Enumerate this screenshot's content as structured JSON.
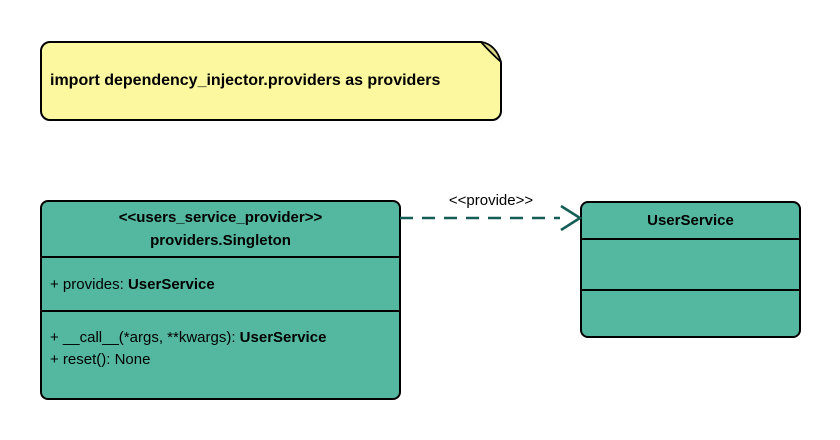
{
  "note": {
    "text": "import dependency_injector.providers as providers"
  },
  "classes": [
    {
      "stereotype": "<<users_service_provider>>",
      "name": "providers.Singleton",
      "attributes": [
        {
          "text": "+ provides: ",
          "bold": "UserService"
        }
      ],
      "methods": [
        {
          "text": "+ __call__(*args, **kwargs): ",
          "bold": "UserService"
        },
        {
          "text": "+ reset(): None",
          "bold": ""
        }
      ]
    },
    {
      "stereotype": "",
      "name": "UserService",
      "attributes": [],
      "methods": []
    }
  ],
  "edge": {
    "label": "<<provide>>",
    "color": "#155E55"
  },
  "colors": {
    "background": "#FFFFFF",
    "class_fill": "#54B8A0",
    "class_border": "#000000",
    "note_fill": "#FBF8A0",
    "note_fold": "#DCD687",
    "edge": "#155E55",
    "text": "#000000"
  }
}
